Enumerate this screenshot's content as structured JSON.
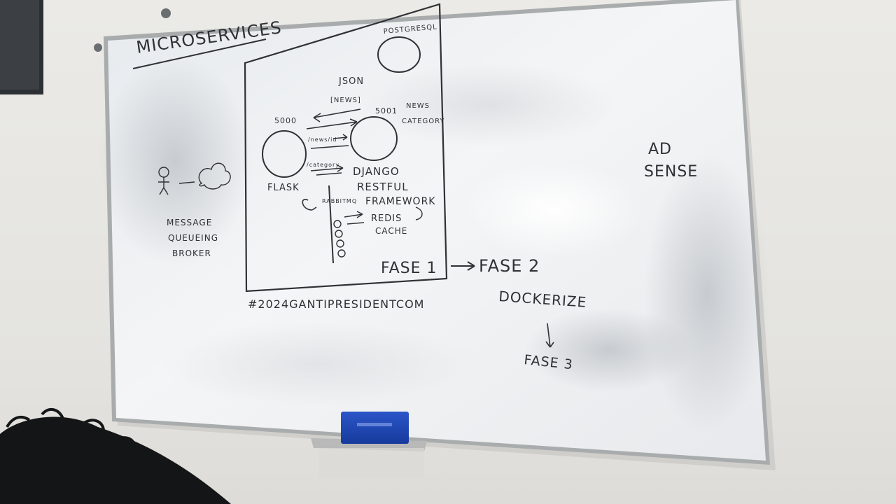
{
  "whiteboard": {
    "title": "MICROSERVICES",
    "hashtag": "#2024GANTIPRESIDENTCOM",
    "left_notes": {
      "line1": "MESSAGE",
      "line2": "QUEUEING",
      "line3": "BROKER"
    },
    "diagram": {
      "postgres_label": "POSTGRESQL",
      "json_label": "JSON",
      "news_label": "[NEWS]",
      "port_flask": "5000",
      "port_django": "5001",
      "news_category_1": "NEWS",
      "news_category_2": "CATEGORY",
      "arrow_label_1": "/news/id",
      "arrow_label_2": "/category",
      "flask_label": "FLASK",
      "django_line1": "DJANGO",
      "django_line2": "RESTFUL",
      "django_line3": "FRAMEWORK",
      "rabbitmq_label": "RABBITMQ",
      "redis_line1": "REDIS",
      "redis_line2": "CACHE",
      "fase1": "FASE 1"
    },
    "right_notes": {
      "fase2": "FASE 2",
      "dockerize": "DOCKERIZE",
      "fase3": "FASE 3",
      "ad_sense_1": "AD",
      "ad_sense_2": "SENSE"
    }
  },
  "colors": {
    "wall": "#e7e6e3",
    "board": "#eef0f2",
    "frame": "#a9acad",
    "marker": "#2f3135",
    "eraser": "#1f45b4"
  }
}
